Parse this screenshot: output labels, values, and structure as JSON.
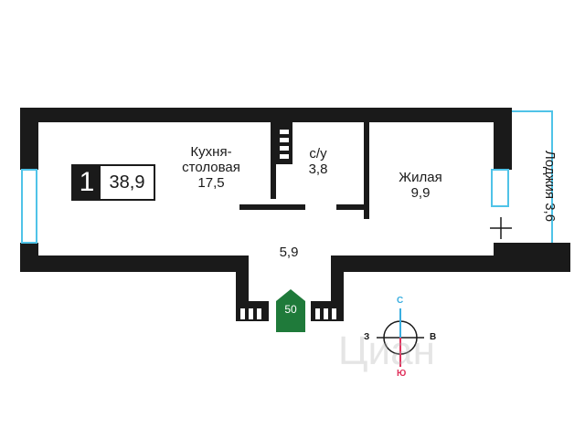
{
  "apartment": {
    "rooms_count": "1",
    "total_area": "38,9"
  },
  "rooms": {
    "kitchen": {
      "name_line1": "Кухня-",
      "name_line2": "столовая",
      "area": "17,5"
    },
    "bathroom": {
      "name": "с/у",
      "area": "3,8"
    },
    "living": {
      "name": "Жилая",
      "area": "9,9"
    },
    "hall": {
      "area": "5,9"
    },
    "loggia": {
      "label": "Лоджия 3,6"
    }
  },
  "floor": {
    "number": "50"
  },
  "compass": {
    "north": "С",
    "south": "Ю",
    "west": "З",
    "east": "В"
  },
  "watermark": {
    "text": "Циан"
  },
  "colors": {
    "wall": "#1a1a1a",
    "window": "#4fc3e8",
    "floor_badge": "#1f7a3a",
    "compass_north": "#3aaee0",
    "compass_south": "#e0325c"
  }
}
